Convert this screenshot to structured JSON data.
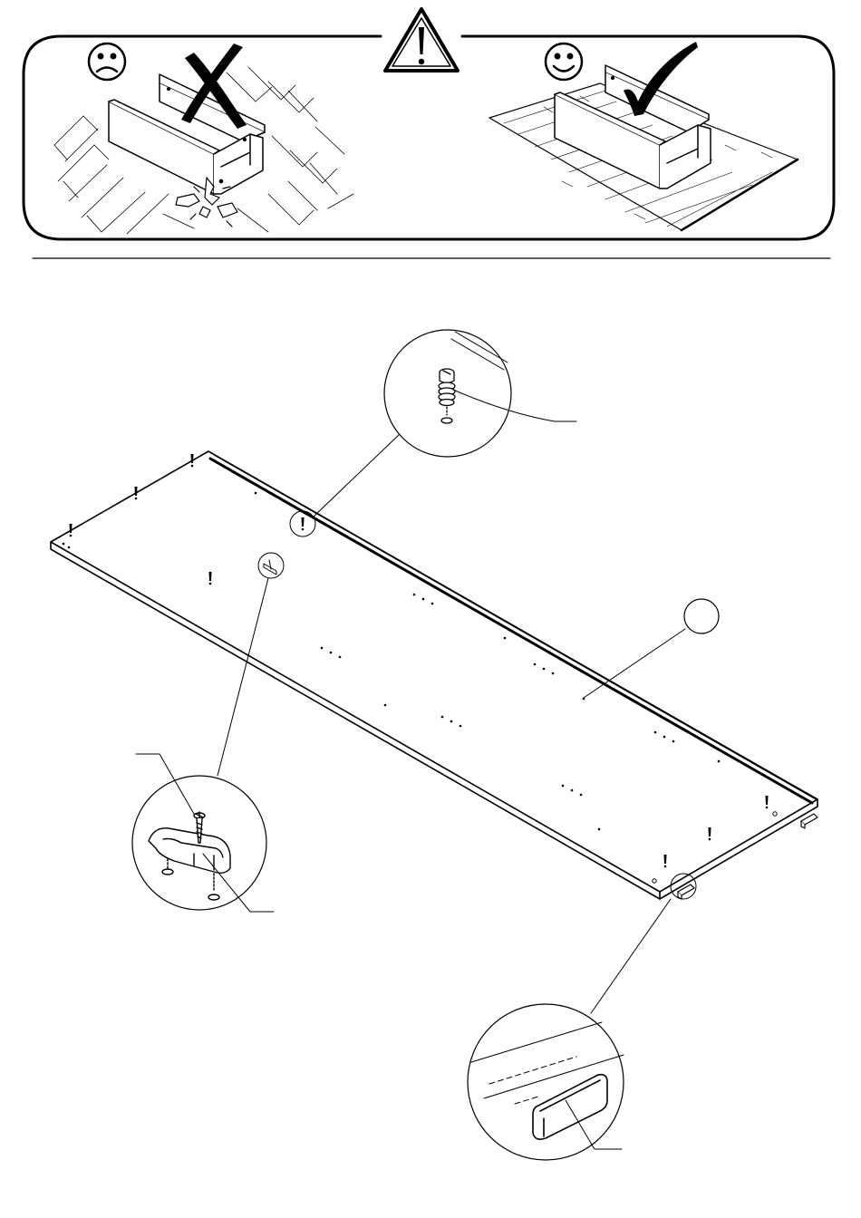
{
  "page": {
    "background": "#ffffff",
    "ink": "#000000"
  },
  "warning_banner": {
    "warning_icon": "warning-triangle-icon",
    "bad_example": {
      "face_icon": "sad-face-icon",
      "mark_icon": "cross-mark-icon",
      "surface": "hard-tiled-floor"
    },
    "good_example": {
      "face_icon": "happy-face-icon",
      "mark_icon": "check-mark-icon",
      "surface": "soft-protective-mat"
    }
  },
  "assembly_diagram": {
    "panel": "large-board-panel",
    "part_label_circle": "",
    "callouts": [
      {
        "name": "cam-bolt-detail",
        "icon": "cam-bolt-icon",
        "label": ""
      },
      {
        "name": "clip-screw-detail",
        "icon": "screw-clip-icon",
        "label": ""
      },
      {
        "name": "edge-cap-detail",
        "icon": "edge-cap-icon",
        "label": ""
      }
    ]
  }
}
